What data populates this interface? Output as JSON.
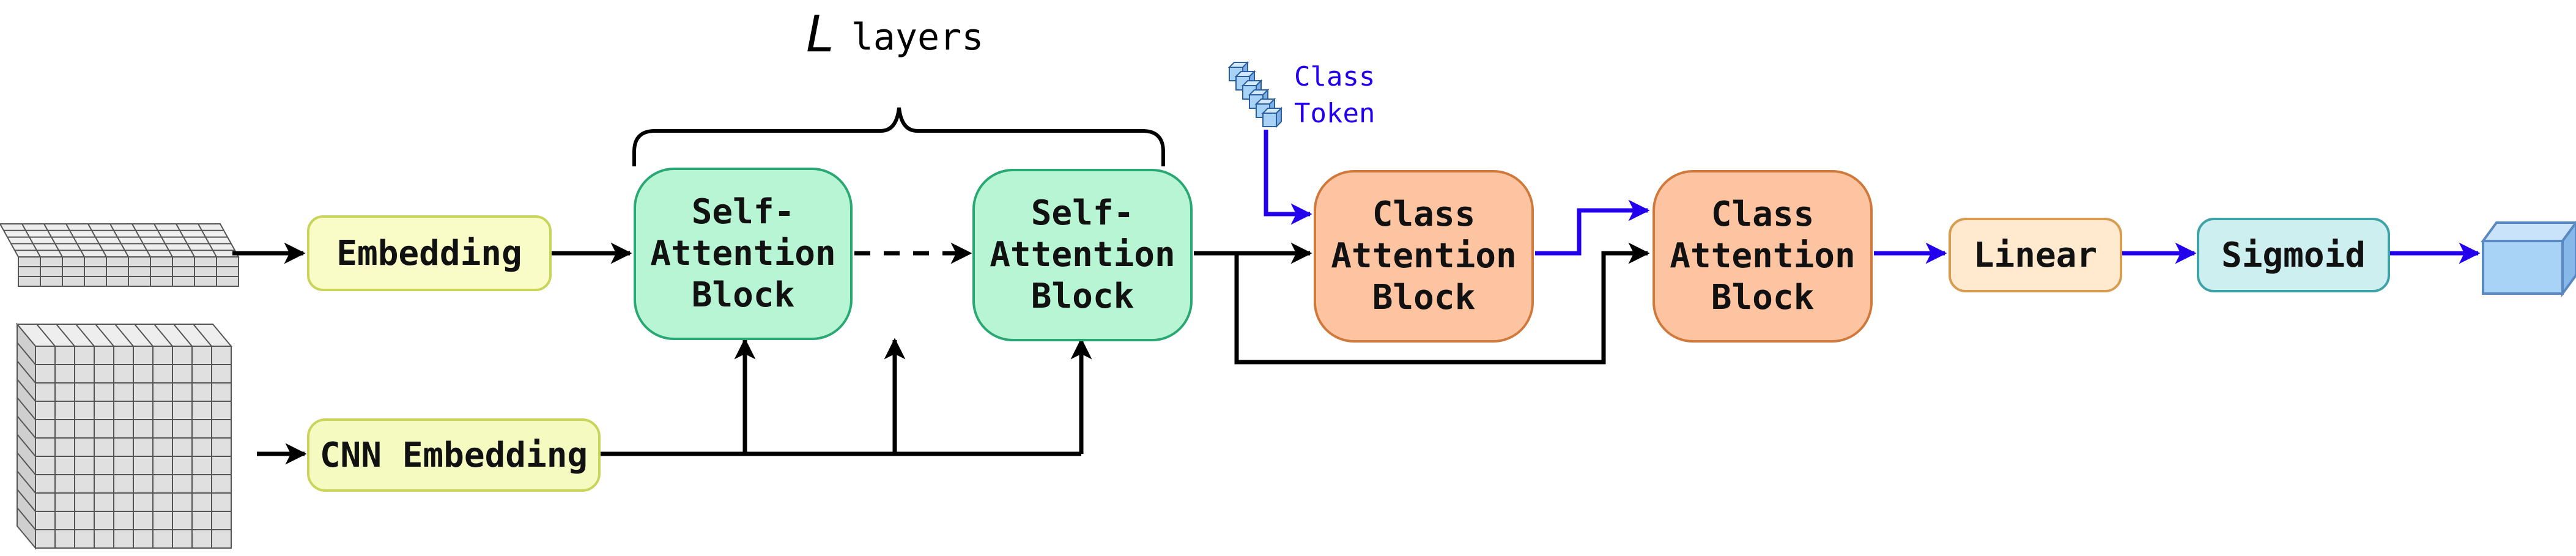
{
  "layers_label": {
    "symbol": "L",
    "text": "layers"
  },
  "class_token": {
    "line1": "Class",
    "line2": "Token"
  },
  "blocks": {
    "embedding": "Embedding",
    "cnn_embedding": "CNN Embedding",
    "self_attention_1": "Self-\nAttention\nBlock",
    "self_attention_2": "Self-\nAttention\nBlock",
    "class_attention_1": "Class\nAttention\nBlock",
    "class_attention_2": "Class\nAttention\nBlock",
    "linear": "Linear",
    "sigmoid": "Sigmoid"
  },
  "colors": {
    "embedding_fill": "#fafcc8",
    "embedding_stroke": "#c9d45a",
    "self_attention_fill": "#b8f5d4",
    "self_attention_stroke": "#2aa874",
    "class_attention_fill": "#fdc4a2",
    "class_attention_stroke": "#cf7a3c",
    "linear_fill": "#ffe9cf",
    "linear_stroke": "#d89c50",
    "sigmoid_fill": "#cdeff0",
    "sigmoid_stroke": "#3fa2a6",
    "arrow_black": "#000000",
    "arrow_blue": "#2200ee",
    "cube_fill": "#a9d2f7",
    "cube_stroke": "#5a88c0",
    "grid_fill": "#e3e3e3",
    "grid_stroke": "#555555"
  }
}
